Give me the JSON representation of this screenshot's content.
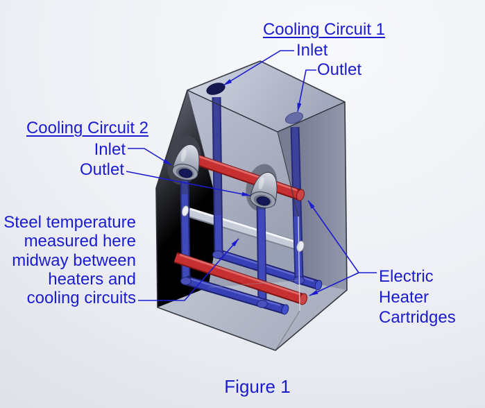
{
  "diagram": {
    "caption": "Figure 1",
    "accent_color": "#1b1bd0",
    "circuit1": {
      "title": "Cooling Circuit 1",
      "inlet": "Inlet",
      "outlet": "Outlet"
    },
    "circuit2": {
      "title": "Cooling Circuit 2",
      "inlet": "Inlet",
      "outlet": "Outlet"
    },
    "steel_note_lines": [
      "Steel temperature",
      "measured here",
      "midway between",
      "heaters and",
      "cooling circuits"
    ],
    "heater_label_lines": [
      "Electric",
      "Heater",
      "Cartridges"
    ],
    "model": {
      "block_face_color": "#a9afc2",
      "dark_face_color": "#4c505c",
      "top_face_color": "#bcc2d4",
      "cooling_tube_color": "#3a41b5",
      "heater_tube_color": "#c73030",
      "probe_tube_color": "#c7ccd9"
    }
  }
}
